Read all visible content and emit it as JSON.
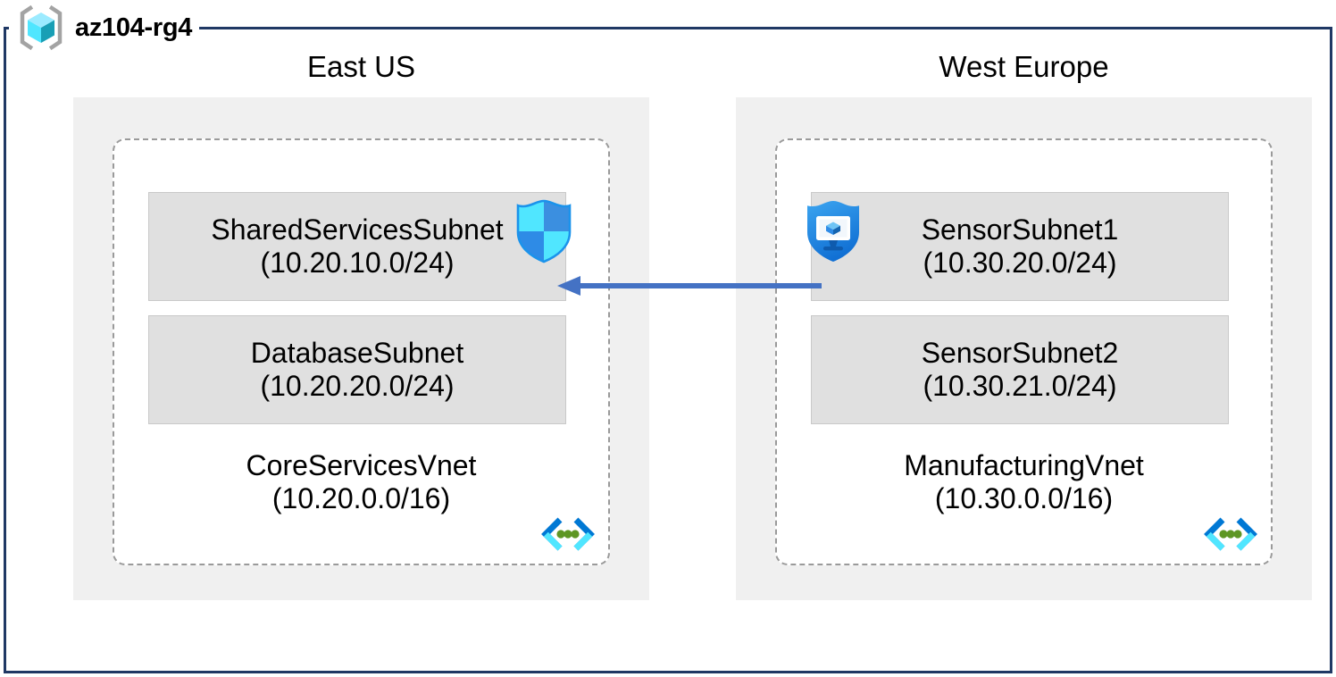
{
  "resource_group": {
    "name": "az104-rg4",
    "icon": "resource-group-cube-icon",
    "border_color": "#1F3864"
  },
  "regions": [
    {
      "label": "East US",
      "vnet": {
        "name": "CoreServicesVnet",
        "cidr": "(10.20.0.0/16)",
        "glyph": "subnet-brackets-icon",
        "subnets": [
          {
            "name": "SharedServicesSubnet",
            "cidr": "(10.20.10.0/24)",
            "icon": "network-security-group-shield-icon"
          },
          {
            "name": "DatabaseSubnet",
            "cidr": "(10.20.20.0/24)",
            "icon": null
          }
        ]
      }
    },
    {
      "label": "West Europe",
      "vnet": {
        "name": "ManufacturingVnet",
        "cidr": "(10.30.0.0/16)",
        "glyph": "subnet-brackets-icon",
        "subnets": [
          {
            "name": "SensorSubnet1",
            "cidr": "(10.30.20.0/24)",
            "icon": "bastion-shield-monitor-icon"
          },
          {
            "name": "SensorSubnet2",
            "cidr": "(10.30.21.0/24)",
            "icon": null
          }
        ]
      }
    }
  ],
  "connection": {
    "name": "vnet-peering-arrow",
    "direction": "right-to-left",
    "color": "#4472C4",
    "from": "SensorSubnet1",
    "to": "SharedServicesSubnet"
  },
  "colors": {
    "region_box": "#F0F0F0",
    "subnet_box": "#E0E0E0",
    "vnet_border": "#9a9a9a",
    "arrow": "#4472C4",
    "rg_border": "#1F3864",
    "cube_light": "#9CEBFF",
    "cube_mid": "#50E6FF",
    "cube_dark": "#199FB5",
    "shield_blue": "#1B93EB",
    "shield_cyan": "#50E6FF",
    "glyph_blue": "#0078D4",
    "glyph_cyan": "#50E6FF",
    "glyph_green": "#5E9624"
  }
}
